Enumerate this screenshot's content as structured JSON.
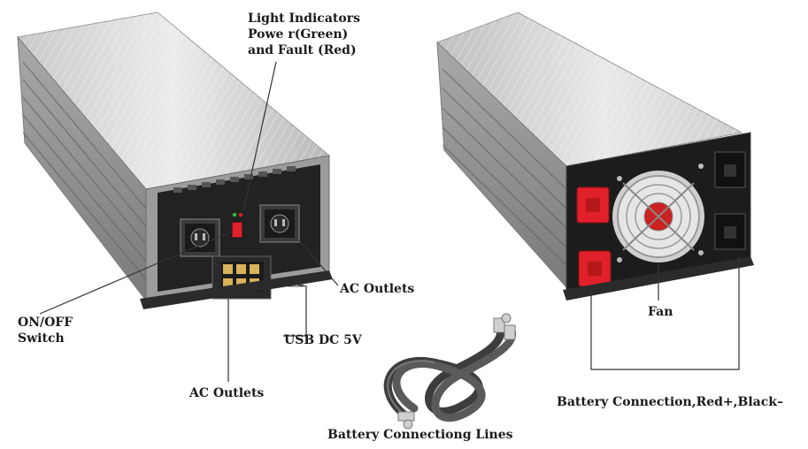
{
  "labels": {
    "light_indicators": [
      "Light Indicators",
      "Powe r(Green)",
      "and Fault (Red)"
    ],
    "on_off_switch": [
      "ON/OFF",
      "Switch"
    ],
    "ac_outlets_right": "AC Outlets",
    "usb": "USB DC 5V",
    "ac_outlets_bottom": "AC Outlets",
    "battery_lines": "Battery Connectiong Lines",
    "fan": "Fan",
    "battery_connection": "Battery Connection,Red+,Black–"
  },
  "colors": {
    "housing_light": "#e3e3e3",
    "housing_mid": "#bdbdbd",
    "housing_dark": "#8e8e8e",
    "panel_black": "#1f1f1f",
    "terminal_red": "#e0202a",
    "terminal_gold": "#d9b35a",
    "cable": "#4a4a4a",
    "leader_line": "#333333"
  }
}
